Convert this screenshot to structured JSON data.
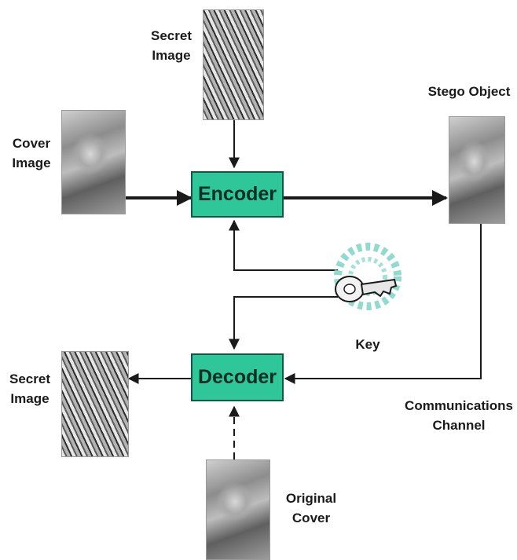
{
  "labels": {
    "secret_image_top": [
      "Secret",
      "Image"
    ],
    "cover_image": [
      "Cover",
      "Image"
    ],
    "stego_object": "Stego Object",
    "key": "Key",
    "secret_image_bottom": [
      "Secret",
      "Image"
    ],
    "communications_channel": [
      "Communications",
      "Channel"
    ],
    "original_cover": [
      "Original",
      "Cover"
    ]
  },
  "boxes": {
    "encoder": "Encoder",
    "decoder": "Decoder"
  },
  "colors": {
    "box_fill": "#2fc79a",
    "box_border": "#0d5a43",
    "line": "#1a1a1a",
    "key_tint": "#7fd3c6"
  }
}
